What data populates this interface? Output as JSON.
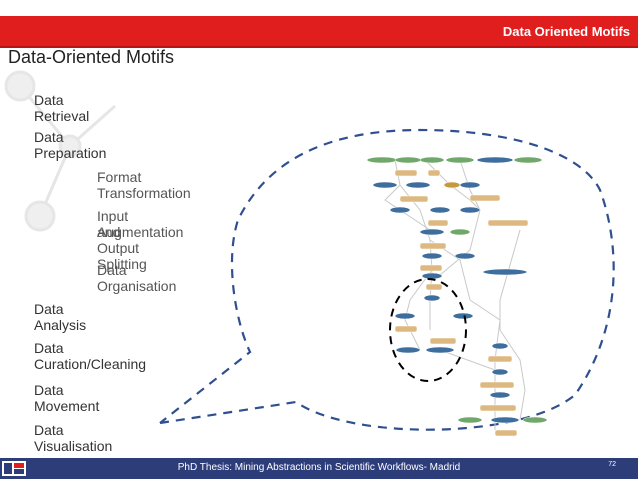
{
  "header": {
    "title": "Data Oriented Motifs"
  },
  "slide": {
    "heading": "Data-Oriented Motifs"
  },
  "items": {
    "retrieval": "Data Retrieval",
    "preparation": "Data Preparation",
    "format": "Format Transformation",
    "augment_1": "Input Augmentation",
    "augment_2": "and Output Splitting",
    "organisation": "Data Organisation",
    "analysis": "Data Analysis",
    "curation": "Data Curation/Cleaning",
    "movement": "Data Movement",
    "visualisation": "Data Visualisation"
  },
  "footer": {
    "text": "PhD Thesis: Mining Abstractions in Scientific Workflows- Madrid",
    "page": "72"
  },
  "colors": {
    "accent": "#e01e1e",
    "footer": "#2d3d7a",
    "callout": "#2f4f8f"
  }
}
